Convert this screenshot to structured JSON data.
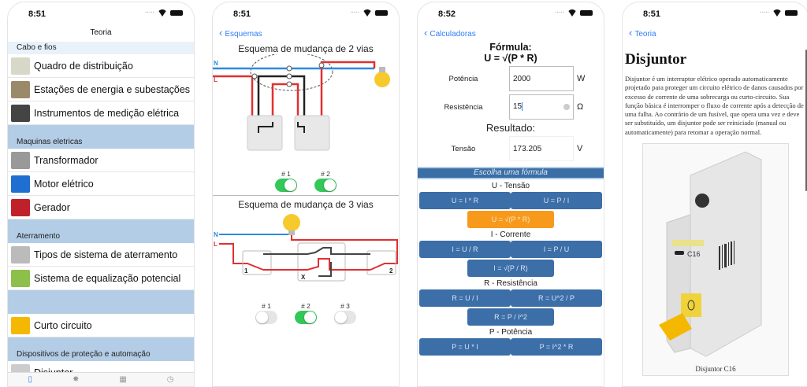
{
  "screens": {
    "theory_list": {
      "time": "8:51",
      "title": "Teoria",
      "sections": [
        {
          "header": "Cabo e fios",
          "items": [
            {
              "label": "Quadro de distribuição",
              "icon": "distribution-board-icon"
            },
            {
              "label": "Estações de energia e subestações",
              "icon": "power-station-icon"
            },
            {
              "label": "Instrumentos de medição elétrica",
              "icon": "meter-icon"
            }
          ]
        },
        {
          "header": "Maquinas eletricas",
          "items": [
            {
              "label": "Transformador",
              "icon": "transformer-icon"
            },
            {
              "label": "Motor elétrico",
              "icon": "motor-icon"
            },
            {
              "label": "Gerador",
              "icon": "generator-icon"
            }
          ]
        },
        {
          "header": "Aterramento",
          "items": [
            {
              "label": "Tipos de sistema de aterramento",
              "icon": "grounding-types-icon"
            },
            {
              "label": "Sistema de equalização potencial",
              "icon": "equalization-icon"
            }
          ]
        },
        {
          "header": "",
          "items": [
            {
              "label": "Curto circuito",
              "icon": "short-circuit-icon"
            }
          ]
        },
        {
          "header": "Dispositivos de proteção e automação",
          "items": [
            {
              "label": "Disjuntor",
              "icon": "breaker-icon"
            }
          ]
        }
      ],
      "tabs": [
        {
          "name": "theory",
          "glyph": "▯",
          "active": true
        },
        {
          "name": "schemes",
          "glyph": "✸",
          "active": false
        },
        {
          "name": "calculators",
          "glyph": "▦",
          "active": false
        },
        {
          "name": "more",
          "glyph": "◷",
          "active": false
        }
      ]
    },
    "schemes": {
      "time": "8:51",
      "back_label": "Esquemas",
      "two_way": {
        "title": "Esquema de mudança de 2 vias",
        "neutral_label": "N",
        "line_label": "L",
        "switches": [
          {
            "label": "# 1",
            "on": true
          },
          {
            "label": "# 2",
            "on": true
          }
        ]
      },
      "three_way": {
        "title": "Esquema de mudança de 3 vias",
        "neutral_label": "N",
        "line_label": "L",
        "switch_labels": [
          "1",
          "X",
          "2"
        ],
        "switches": [
          {
            "label": "# 1",
            "on": false
          },
          {
            "label": "# 2",
            "on": true
          },
          {
            "label": "# 3",
            "on": false
          }
        ]
      }
    },
    "calculator": {
      "time": "8:52",
      "back_label": "Calculadoras",
      "formula_heading": "Fórmula:",
      "formula": "U = √(P * R)",
      "inputs": [
        {
          "label": "Potência",
          "value": "2000",
          "unit": "W"
        },
        {
          "label": "Resistência",
          "value": "15",
          "unit": "Ω"
        }
      ],
      "result_heading": "Resultado:",
      "result": {
        "label": "Tensão",
        "value": "173.205",
        "unit": "V"
      },
      "choose_label": "Escolha uma fórmula",
      "groups": [
        {
          "title": "U - Tensão",
          "rows": [
            [
              "U = I * R",
              "U = P / I"
            ],
            [
              "U = √(P * R)"
            ]
          ]
        },
        {
          "title": "I - Corrente",
          "rows": [
            [
              "I = U / R",
              "I = P / U"
            ],
            [
              "I = √(P / R)"
            ]
          ]
        },
        {
          "title": "R - Resistência",
          "rows": [
            [
              "R = U / I",
              "R = U^2 / P"
            ],
            [
              "R = P / I^2"
            ]
          ]
        },
        {
          "title": "P - Potência",
          "rows": [
            [
              "P = U * I",
              "P = I^2 * R"
            ]
          ]
        }
      ],
      "selected_formula": "U = √(P * R)",
      "colors": {
        "button": "#3c6ea8",
        "selected": "#f79a1c"
      }
    },
    "article": {
      "time": "8:51",
      "back_label": "Teoria",
      "title": "Disjuntor",
      "body": "Disjuntor é um interruptor elétrico operado automaticamente projetado para proteger um circuito elétrico de danos causados por excesso de corrente de uma sobrecarga ou curto-circuito. Sua função básica é interromper o fluxo de corrente após a detecção de uma falha. Ao contrário de um fusível, que opera uma vez e deve ser substituído, um disjuntor pode ser reiniciado (manual ou automaticamente) para retomar a operação normal.",
      "image_label": "C16",
      "caption": "Disjuntor C16"
    }
  }
}
